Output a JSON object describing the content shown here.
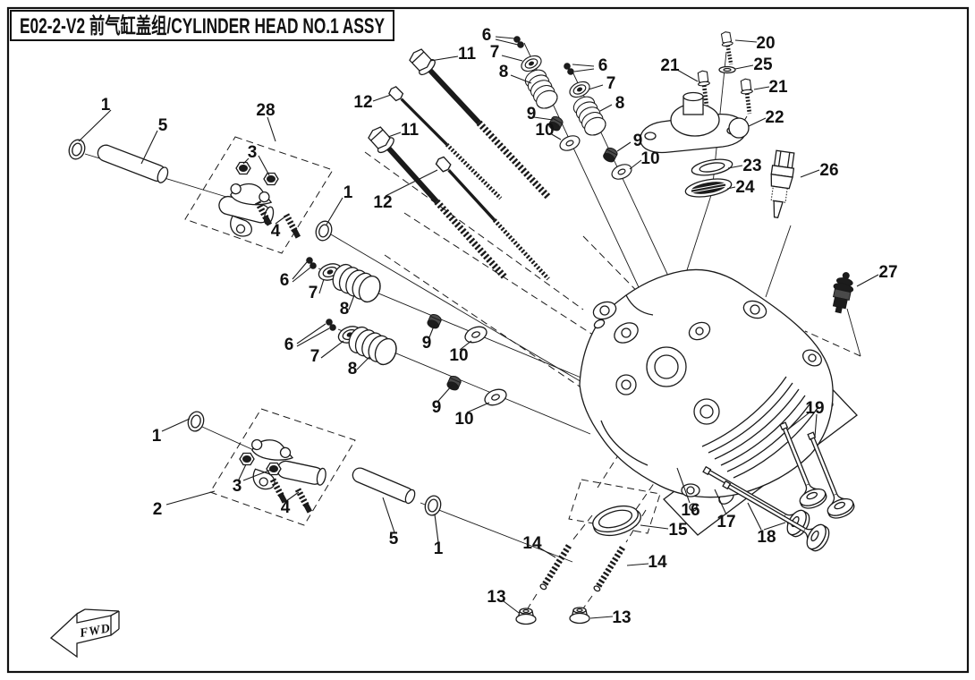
{
  "page": {
    "title": "E02-2-V2 前气缸盖组/CYLINDER HEAD NO.1 ASSY"
  },
  "fwd_arrow": {
    "label": "FWD"
  },
  "callout_numbers": {
    "1": "1",
    "2": "2",
    "3": "3",
    "4": "4",
    "5": "5",
    "6": "6",
    "7": "7",
    "8": "8",
    "9": "9",
    "10": "10",
    "11": "11",
    "12": "12",
    "13": "13",
    "14": "14",
    "15": "15",
    "16": "16",
    "17": "17",
    "18": "18",
    "19": "19",
    "20": "20",
    "21": "21",
    "22": "22",
    "23": "23",
    "24": "24",
    "25": "25",
    "26": "26",
    "27": "27",
    "28": "28"
  }
}
